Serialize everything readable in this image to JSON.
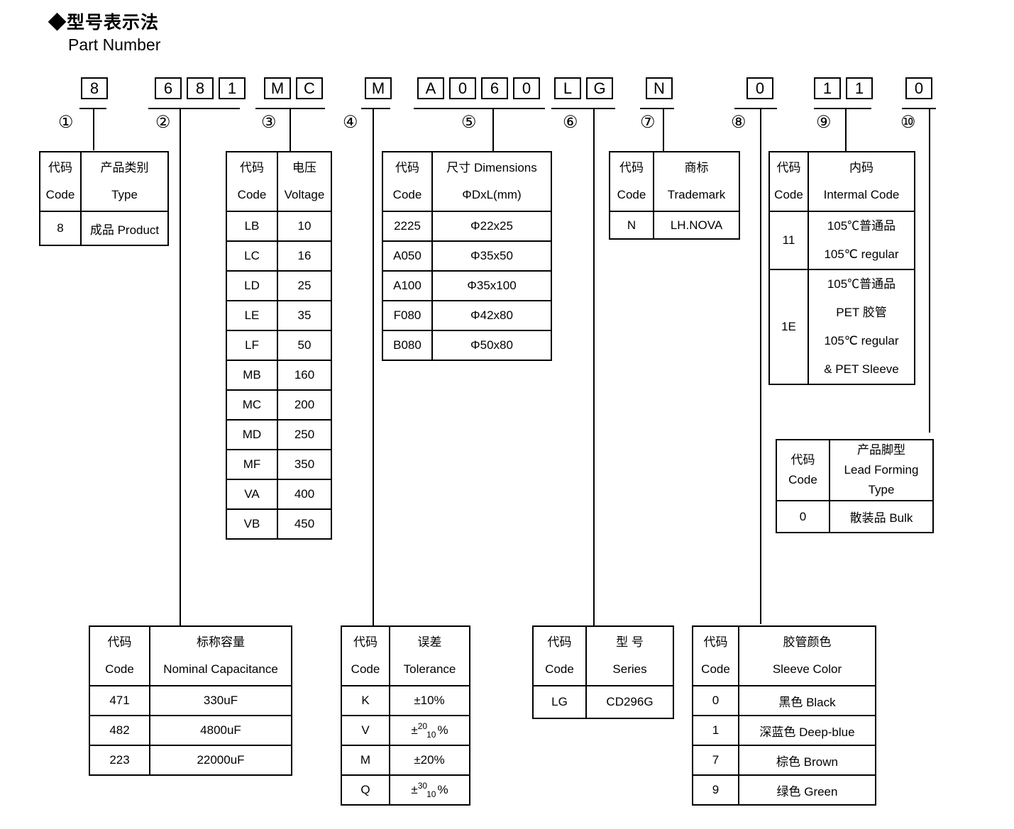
{
  "title": {
    "zh": "◆型号表示法",
    "en": "Part Number"
  },
  "part_number": {
    "groups": [
      [
        "8"
      ],
      [
        "6",
        "8",
        "1"
      ],
      [
        "M",
        "C"
      ],
      [
        "M"
      ],
      [
        "A",
        "0",
        "6",
        "0"
      ],
      [
        "L",
        "G"
      ],
      [
        "N"
      ],
      [
        "0"
      ],
      [
        "1",
        "1"
      ],
      [
        "0"
      ]
    ],
    "markers": [
      "①",
      "②",
      "③",
      "④",
      "⑤",
      "⑥",
      "⑦",
      "⑧",
      "⑨",
      "⑩"
    ]
  },
  "tables": {
    "product_type": {
      "headers": {
        "code": "代码\nCode",
        "value": "产品类别\nType"
      },
      "rows": [
        {
          "code": "8",
          "value": "成品 Product"
        }
      ]
    },
    "voltage": {
      "headers": {
        "code": "代码\nCode",
        "value": "电压\nVoltage"
      },
      "rows": [
        {
          "code": "LB",
          "value": "10"
        },
        {
          "code": "LC",
          "value": "16"
        },
        {
          "code": "LD",
          "value": "25"
        },
        {
          "code": "LE",
          "value": "35"
        },
        {
          "code": "LF",
          "value": "50"
        },
        {
          "code": "MB",
          "value": "160"
        },
        {
          "code": "MC",
          "value": "200"
        },
        {
          "code": "MD",
          "value": "250"
        },
        {
          "code": "MF",
          "value": "350"
        },
        {
          "code": "VA",
          "value": "400"
        },
        {
          "code": "VB",
          "value": "450"
        }
      ]
    },
    "dimensions": {
      "headers": {
        "code": "代码\nCode",
        "value": "尺寸 Dimensions\nΦDxL(mm)"
      },
      "rows": [
        {
          "code": "2225",
          "value": "Φ22x25"
        },
        {
          "code": "A050",
          "value": "Φ35x50"
        },
        {
          "code": "A100",
          "value": "Φ35x100"
        },
        {
          "code": "F080",
          "value": "Φ42x80"
        },
        {
          "code": "B080",
          "value": "Φ50x80"
        }
      ]
    },
    "trademark": {
      "headers": {
        "code": "代码\nCode",
        "value": "商标\nTrademark"
      },
      "rows": [
        {
          "code": "N",
          "value": "LH.NOVA"
        }
      ]
    },
    "internal_code": {
      "headers": {
        "code": "代码\nCode",
        "value": "内码\nIntermal Code"
      },
      "rows": [
        {
          "code": "11",
          "desc": "105℃普通品\n105℃  regular"
        },
        {
          "code": "1E",
          "desc": "105℃普通品\nPET 胶管\n105℃  regular\n& PET Sleeve"
        }
      ]
    },
    "lead_forming": {
      "headers": {
        "code": "代码\nCode",
        "value": "产品脚型\nLead Forming\nType"
      },
      "rows": [
        {
          "code": "0",
          "value": "散装品 Bulk"
        }
      ]
    },
    "capacitance": {
      "headers": {
        "code": "代码\nCode",
        "value": "标称容量\nNominal Capacitance"
      },
      "rows": [
        {
          "code": "471",
          "value": "330uF"
        },
        {
          "code": "482",
          "value": "4800uF"
        },
        {
          "code": "223",
          "value": "22000uF"
        }
      ]
    },
    "tolerance": {
      "headers": {
        "code": "代码\nCode",
        "value": "误差\nTolerance"
      },
      "rows": [
        {
          "code": "K",
          "pre": "±10%",
          "sup": "",
          "sub": "",
          "post": ""
        },
        {
          "code": "V",
          "pre": "±",
          "sup": "20",
          "sub": "10",
          "post": "%"
        },
        {
          "code": "M",
          "pre": "±20%",
          "sup": "",
          "sub": "",
          "post": ""
        },
        {
          "code": "Q",
          "pre": "±",
          "sup": "30",
          "sub": "10",
          "post": "%"
        }
      ]
    },
    "series": {
      "headers": {
        "code": "代码\nCode",
        "value": "型 号\nSeries"
      },
      "rows": [
        {
          "code": "LG",
          "value": "CD296G"
        }
      ]
    },
    "sleeve_color": {
      "headers": {
        "code": "代码\nCode",
        "value": "胶管颜色\nSleeve Color"
      },
      "rows": [
        {
          "code": "0",
          "value": "黑色 Black"
        },
        {
          "code": "1",
          "value": "深蓝色 Deep-blue"
        },
        {
          "code": "7",
          "value": "棕色 Brown"
        },
        {
          "code": "9",
          "value": "绿色 Green"
        }
      ]
    }
  }
}
